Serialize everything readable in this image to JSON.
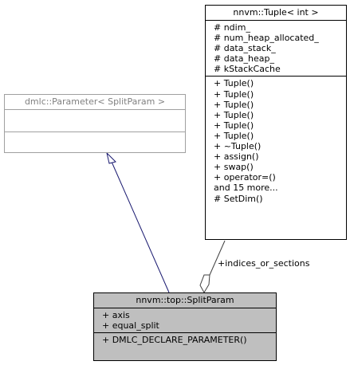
{
  "classes": {
    "base_param": {
      "title": "dmlc::Parameter< SplitParam >",
      "attributes": [],
      "methods": []
    },
    "tuple": {
      "title": "nnvm::Tuple< int >",
      "attributes": [
        "# ndim_",
        "# num_heap_allocated_",
        "# data_stack_",
        "# data_heap_",
        "# kStackCache"
      ],
      "methods": [
        "+ Tuple()",
        "+ Tuple()",
        "+ Tuple()",
        "+ Tuple()",
        "+ Tuple()",
        "+ Tuple()",
        "+ ~Tuple()",
        "+ assign()",
        "+ swap()",
        "+ operator=()",
        "and 15 more...",
        "# SetDim()"
      ]
    },
    "split_param": {
      "title": "nnvm::top::SplitParam",
      "attributes": [
        "+ axis",
        "+ equal_split"
      ],
      "methods": [
        "+ DMLC_DECLARE_PARAMETER()"
      ]
    }
  },
  "edges": {
    "inheritance": {
      "from": "nnvm::top::SplitParam",
      "to": "dmlc::Parameter< SplitParam >",
      "color": "#191970"
    },
    "aggregation": {
      "label": "+indices_or_sections",
      "color": "#404040"
    }
  }
}
